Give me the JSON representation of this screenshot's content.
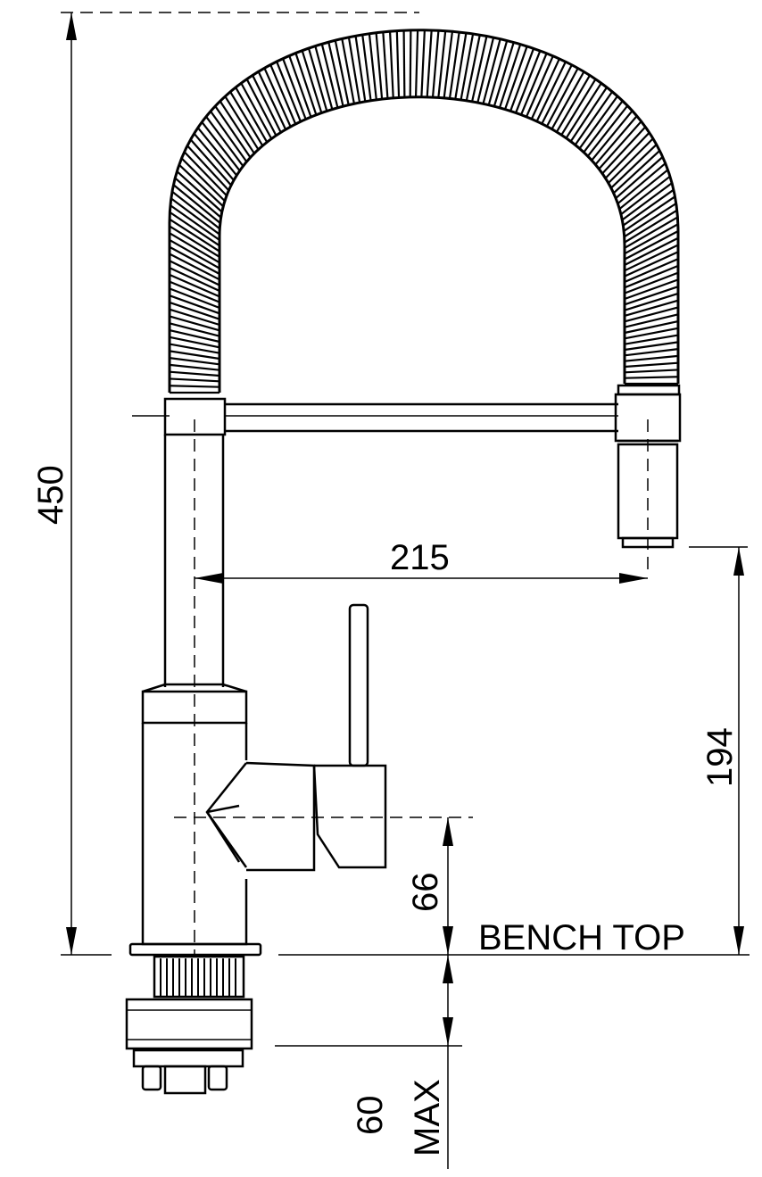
{
  "dimensions": {
    "overall_height": "450",
    "spout_reach": "215",
    "spout_height": "194",
    "handle_height": "66",
    "max_bench_thickness_value": "60",
    "max_bench_thickness_label": "MAX",
    "bench_label": "BENCH TOP"
  },
  "colors": {
    "line": "#000000",
    "background": "#ffffff"
  }
}
